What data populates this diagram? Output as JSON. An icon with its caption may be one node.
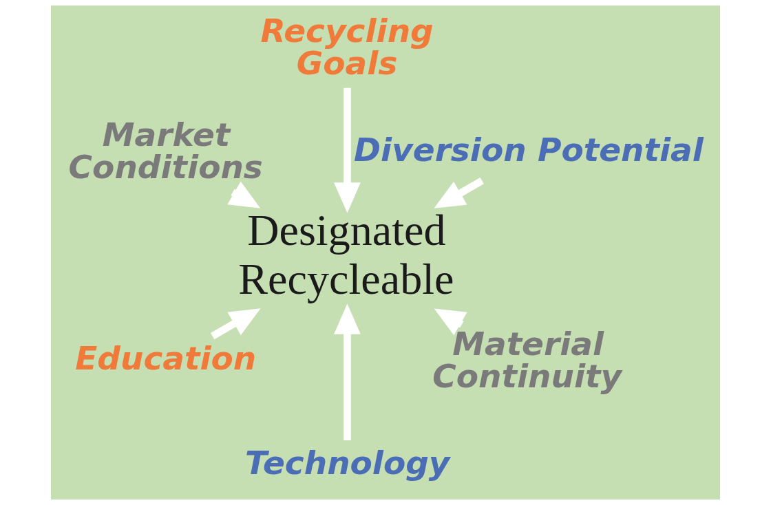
{
  "diagram": {
    "nodes": [
      {
        "text": [
          "Designated Recycleable"
        ]
      },
      {
        "text": [
          "Diversion Potential"
        ]
      },
      {
        "text": [
          "Recycling Goals"
        ]
      },
      {
        "text": [
          "Market Conditions"
        ]
      },
      {
        "text": [
          "Education"
        ]
      },
      {
        "text": [
          "Technology"
        ]
      },
      {
        "text": [
          "Material Continuity"
        ]
      }
    ],
    "edges": [
      {
        "from": 1,
        "to": 0,
        "arrow": "to"
      },
      {
        "from": 2,
        "to": 0,
        "arrow": "to"
      },
      {
        "from": 3,
        "to": 0,
        "arrow": "to"
      },
      {
        "from": 4,
        "to": 0,
        "arrow": "to"
      },
      {
        "from": 5,
        "to": 0,
        "arrow": "to"
      },
      {
        "from": 6,
        "to": 0,
        "arrow": "to"
      }
    ]
  }
}
